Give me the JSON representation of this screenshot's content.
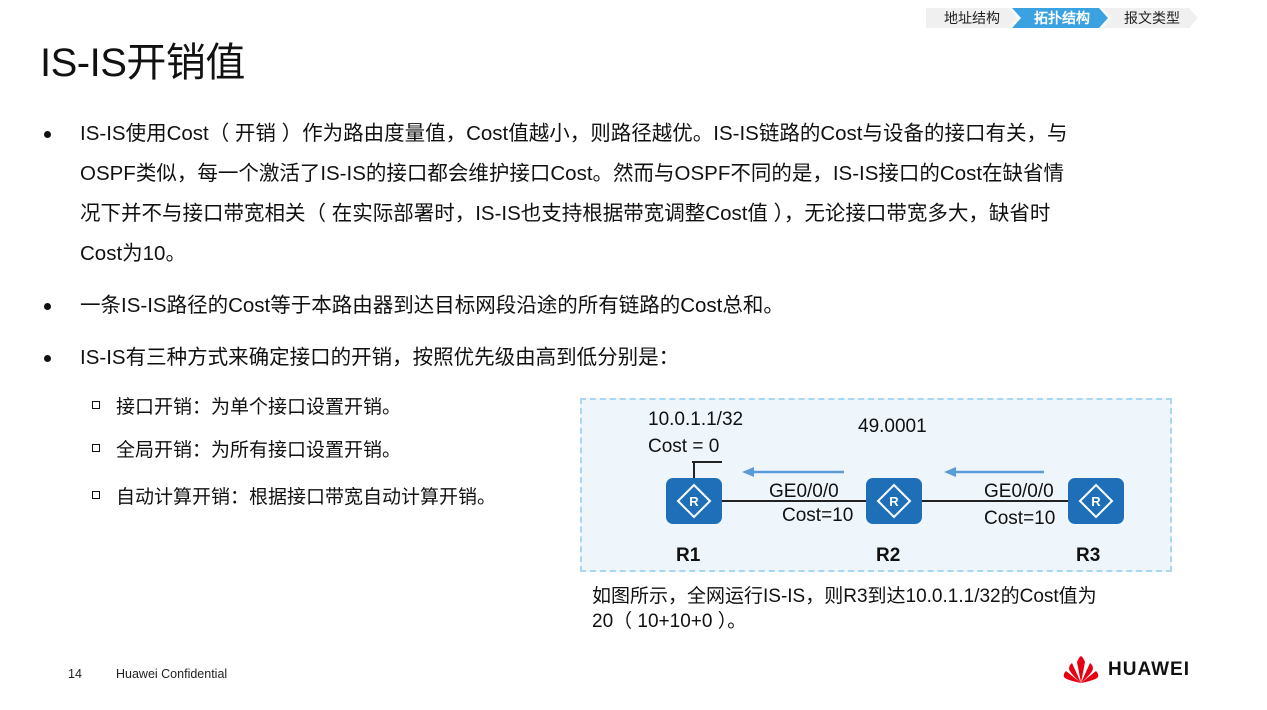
{
  "nav": {
    "items": [
      "地址结构",
      "拓扑结构",
      "报文类型"
    ],
    "active_index": 1
  },
  "title": "IS-IS开销值",
  "bullets": [
    "IS-IS使用Cost（ 开销 ）作为路由度量值，Cost值越小，则路径越优。IS-IS链路的Cost与设备的接口有关，与OSPF类似，每一个激活了IS-IS的接口都会维护接口Cost。然而与OSPF不同的是，IS-IS接口的Cost在缺省情况下并不与接口带宽相关（ 在实际部署时，IS-IS也支持根据带宽调整Cost值 ），无论接口带宽多大，缺省时Cost为10。",
    "一条IS-IS路径的Cost等于本路由器到达目标网段沿途的所有链路的Cost总和。",
    "IS-IS有三种方式来确定接口的开销，按照优先级由高到低分别是："
  ],
  "bullet_lines": [
    [
      "IS-IS使用Cost（ 开销 ）作为路由度量值，Cost值越小，则路径越优。IS-IS链路的Cost与设备的接口有关，与",
      "OSPF类似，每一个激活了IS-IS的接口都会维护接口Cost。然而与OSPF不同的是，IS-IS接口的Cost在缺省情",
      "况下并不与接口带宽相关（ 在实际部署时，IS-IS也支持根据带宽调整Cost值 ），无论接口带宽多大，缺省时",
      "Cost为10。"
    ]
  ],
  "sub_bullets": [
    "接口开销：为单个接口设置开销。",
    "全局开销：为所有接口设置开销。",
    "自动计算开销：根据接口带宽自动计算开销。"
  ],
  "diagram": {
    "network_prefix": "10.0.1.1/32",
    "network_cost": "Cost = 0",
    "area": "49.0001",
    "r2_interface": "GE0/0/0",
    "r2_cost": "Cost=10",
    "r3_interface": "GE0/0/0",
    "r3_cost": "Cost=10",
    "routers": [
      "R1",
      "R2",
      "R3"
    ],
    "router_icon": "router-icon",
    "colors": {
      "router": "#1f6fb8",
      "arrow": "#5b9bd5",
      "area_border": "#a9d7f3",
      "area_fill": "#eef6fc"
    }
  },
  "caption_lines": [
    "如图所示，全网运行IS-IS，则R3到达10.0.1.1/32的Cost值为",
    "20（ 10+10+0 ）。"
  ],
  "footer": {
    "page_number": "14",
    "confidential": "Huawei Confidential",
    "brand": "HUAWEI"
  },
  "colors": {
    "nav_active": "#3aa2e0",
    "nav_inactive": "#f0f0f0",
    "logo_red": "#e60012"
  }
}
